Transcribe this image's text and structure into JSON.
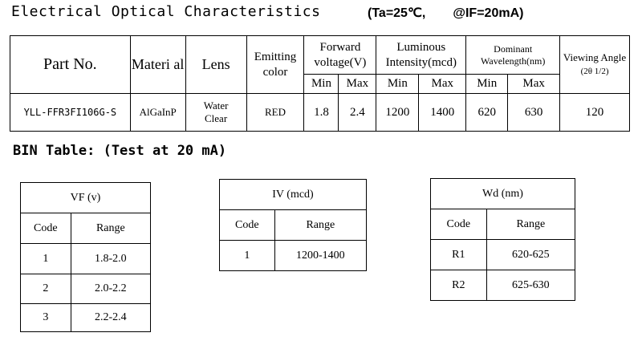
{
  "header": {
    "title": "Electrical Optical Characteristics",
    "condition_temp": "(Ta=25℃,",
    "condition_current": "@IF=20mA)"
  },
  "main_table": {
    "headers": {
      "part_no": "Part No.",
      "material": "Materi al",
      "lens": "Lens",
      "emitting_color": "Emitting color",
      "forward_voltage": "Forward voltage(V)",
      "luminous_intensity": "Luminous Intensity(mcd)",
      "dominant_wavelength": "Dominant Wavelength(nm)",
      "viewing_angle": "Viewing Angle",
      "viewing_angle_unit": "(2θ 1/2)",
      "min": "Min",
      "max": "Max"
    },
    "row": {
      "part_no": "YLL-FFR3FI106G-S",
      "material": "AlGaInP",
      "lens": "Water Clear",
      "emitting_color": "RED",
      "vf_min": "1.8",
      "vf_max": "2.4",
      "iv_min": "1200",
      "iv_max": "1400",
      "wd_min": "620",
      "wd_max": "630",
      "viewing_angle": "120"
    }
  },
  "bin": {
    "title": "BIN Table:  (Test at 20 mA)",
    "code_label": "Code",
    "range_label": "Range",
    "vf": {
      "title": "VF  (v)",
      "rows": [
        {
          "code": "1",
          "range": "1.8-2.0"
        },
        {
          "code": "2",
          "range": "2.0-2.2"
        },
        {
          "code": "3",
          "range": "2.2-2.4"
        }
      ]
    },
    "iv": {
      "title": "IV  (mcd)",
      "rows": [
        {
          "code": "1",
          "range": "1200-1400"
        }
      ]
    },
    "wd": {
      "title": "Wd (nm)",
      "rows": [
        {
          "code": "R1",
          "range": "620-625"
        },
        {
          "code": "R2",
          "range": "625-630"
        }
      ]
    }
  }
}
